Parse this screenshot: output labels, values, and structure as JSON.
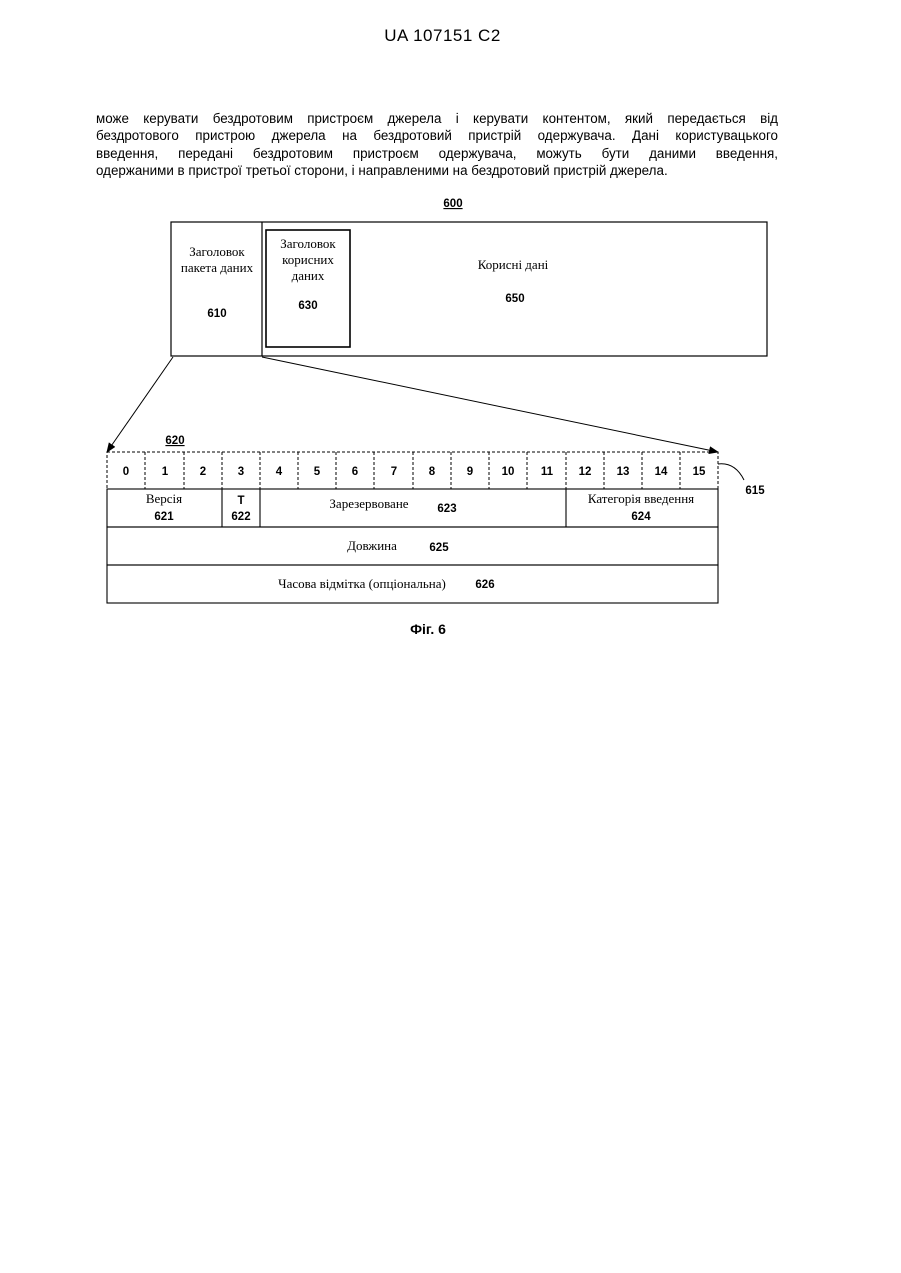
{
  "header": {
    "patent_number": "UA   107151   C2"
  },
  "paragraph": {
    "lines": [
      "може керувати бездротовим пристроєм джерела і керувати контентом, який передається від",
      "бездротового пристрою джерела на бездротовий пристрій одержувача. Дані користувацького",
      "введення, передані бездротовим пристроєм одержувача, можуть бути даними введення,",
      "одержаними в пристрої третьої сторони, і направленими на бездротовий пристрій джерела."
    ]
  },
  "figure": {
    "ref_600": "600",
    "packet_header": {
      "label_1": "Заголовок",
      "label_2": "пакета даних",
      "ref": "610"
    },
    "payload_header": {
      "label_1": "Заголовок",
      "label_2": "корисних",
      "label_3": "даних",
      "ref": "630"
    },
    "payload": {
      "label": "Корисні дані",
      "ref": "650"
    },
    "ref_620": "620",
    "ref_615": "615",
    "bits": [
      "0",
      "1",
      "2",
      "3",
      "4",
      "5",
      "6",
      "7",
      "8",
      "9",
      "10",
      "11",
      "12",
      "13",
      "14",
      "15"
    ],
    "fields": {
      "version": {
        "label": "Версія",
        "ref": "621"
      },
      "t": {
        "label": "T",
        "ref": "622"
      },
      "reserved": {
        "label": "Зарезервоване",
        "ref": "623"
      },
      "input_category": {
        "label": "Категорія введення",
        "ref": "624"
      },
      "length": {
        "label": "Довжина",
        "ref": "625"
      },
      "timestamp": {
        "label": "Часова відмітка (опціональна)",
        "ref": "626"
      }
    },
    "caption": "Фіг. 6"
  }
}
